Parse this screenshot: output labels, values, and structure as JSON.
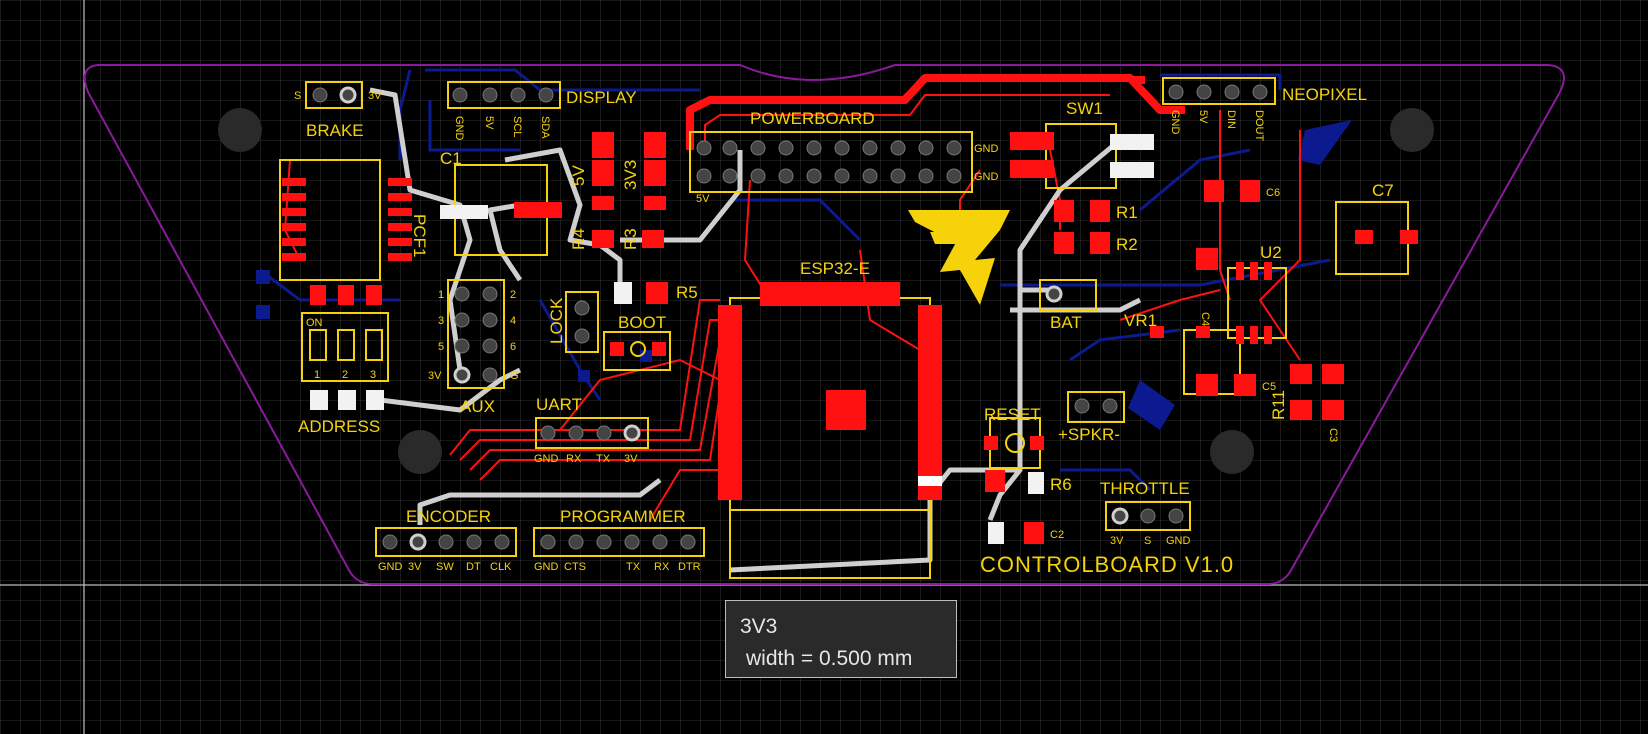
{
  "board": {
    "title": "CONTROLBOARD V1.0",
    "labels": {
      "brake": "BRAKE",
      "display": "DISPLAY",
      "powerboard": "POWERBOARD",
      "sw1": "SW1",
      "neopixel": "NEOPIXEL",
      "c1": "C1",
      "c2": "C2",
      "c3": "C3",
      "c4": "C4",
      "c5": "C5",
      "c6": "C6",
      "c7": "C7",
      "pcf1": "PCF1",
      "v5": "5V",
      "v3v3": "3V3",
      "r1": "R1",
      "r2": "R2",
      "r3": "R3",
      "r4": "R4",
      "r5": "R5",
      "r6": "R6",
      "r11": "R11",
      "u2": "U2",
      "vr1": "VR1",
      "esp32": "ESP32-E",
      "boot": "BOOT",
      "lock": "LOCK",
      "bat": "BAT",
      "address": "ADDRESS",
      "aux": "AUX",
      "uart": "UART",
      "reset": "RESET",
      "spkr": "+SPKR-",
      "throttle": "THROTTLE",
      "encoder": "ENCODER",
      "programmer": "PROGRAMMER",
      "on": "ON"
    },
    "pins": {
      "brake": [
        "S",
        "3V"
      ],
      "display": [
        "GND",
        "5V",
        "SCL",
        "SDA"
      ],
      "powerboard": [
        "5V",
        "GND",
        "GND"
      ],
      "neopixel": [
        "GND",
        "5V",
        "DIN",
        "DOUT"
      ],
      "address": [
        "1",
        "2",
        "3"
      ],
      "aux": [
        "1",
        "2",
        "3",
        "4",
        "5",
        "6",
        "3V",
        "G"
      ],
      "uart": [
        "GND",
        "RX",
        "TX",
        "3V"
      ],
      "throttle": [
        "3V",
        "S",
        "GND"
      ],
      "encoder": [
        "GND",
        "3V",
        "SW",
        "DT",
        "CLK"
      ],
      "programmer": [
        "GND",
        "CTS",
        "TX",
        "RX",
        "DTR"
      ]
    }
  },
  "tooltip": {
    "net": "3V3",
    "width": "width = 0.500 mm"
  },
  "colors": {
    "background": "#000000",
    "grid": "#5a5a5a",
    "outline": "#8a1a9c",
    "top_copper": "#ff1111",
    "bottom_copper": "#0b1a8f",
    "silkscreen": "#f5d20a",
    "selected_net": "#cfcfcf"
  }
}
